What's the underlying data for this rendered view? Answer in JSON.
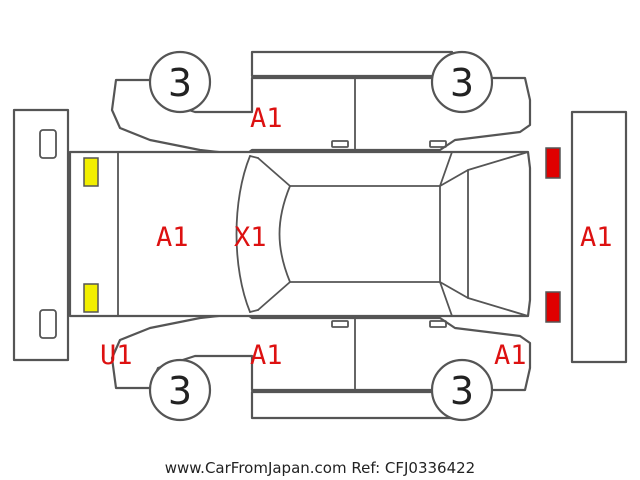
{
  "colors": {
    "outline": "#555555",
    "damage_code": "#dd1111",
    "headlight": "#f2ef00",
    "taillight": "#e00000"
  },
  "wheels": {
    "front_left": "3",
    "rear_left": "3",
    "front_right": "3",
    "rear_right": "3"
  },
  "damage_codes": {
    "left_doors": "A1",
    "hood": "A1",
    "windshield": "X1",
    "rear": "A1",
    "front_bumper_corner": "U1",
    "right_doors": "A1",
    "right_rear_corner": "A1"
  },
  "footer": {
    "caption": "www.CarFromJapan.com Ref: CFJ0336422"
  }
}
